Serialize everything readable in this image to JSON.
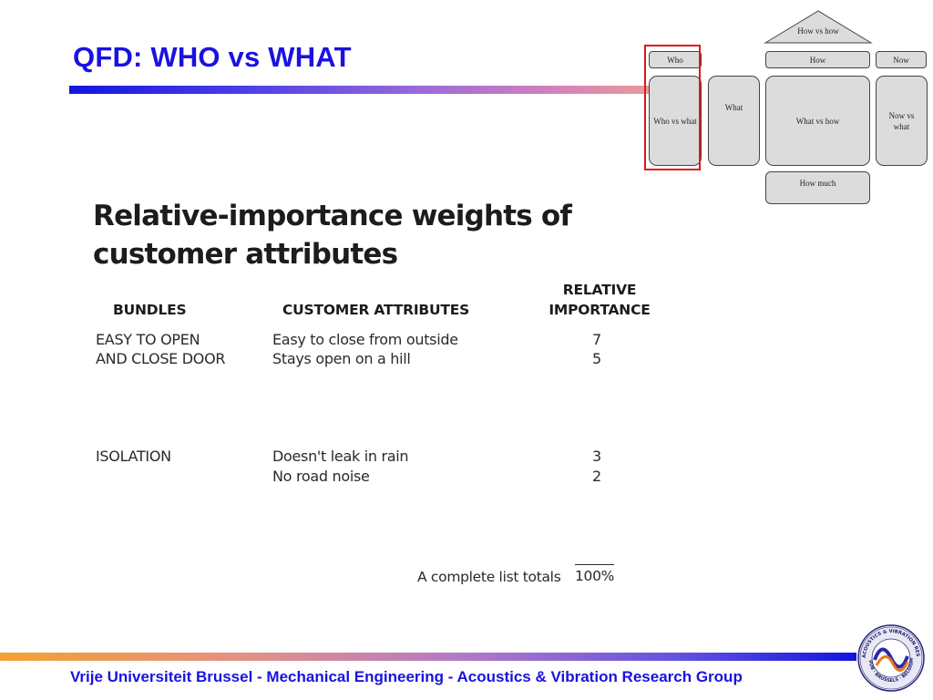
{
  "slide": {
    "title": "QFD: WHO vs WHAT",
    "footer": "Vrije Universiteit Brussel - Mechanical Engineering - Acoustics & Vibration Research Group"
  },
  "diagram": {
    "roof": "How vs how",
    "who": "Who",
    "how": "How",
    "now": "Now",
    "who_vs_what": "Who vs what",
    "what": "What",
    "what_vs_how": "What vs how",
    "now_vs_what": "Now vs what",
    "how_much": "How much",
    "highlight_color": "#e01818"
  },
  "figure": {
    "title": "Relative-importance weights of customer attributes",
    "headers": {
      "bundles": "BUNDLES",
      "attributes": "CUSTOMER ATTRIBUTES",
      "importance_line1": "RELATIVE",
      "importance_line2": "IMPORTANCE"
    },
    "groups": [
      {
        "bundle_line1": "EASY TO OPEN",
        "bundle_line2": "AND CLOSE DOOR",
        "attributes": [
          "Easy to close from outside",
          "Stays open on a hill"
        ],
        "values": [
          "7",
          "5"
        ]
      },
      {
        "bundle_line1": "ISOLATION",
        "bundle_line2": "",
        "attributes": [
          "Doesn't leak in rain",
          "No road noise"
        ],
        "values": [
          "3",
          "2"
        ]
      }
    ],
    "total_label": "A complete list totals",
    "total_value": "100%"
  },
  "logo": {
    "ring_text": "ACOUSTICS & VIBRATION RESEARCH GROUP",
    "bottom_text": "VUB · BRUSSELS · BELGIUM"
  },
  "colors": {
    "title_blue": "#1a12e0",
    "box_fill": "#dcdcdc"
  }
}
